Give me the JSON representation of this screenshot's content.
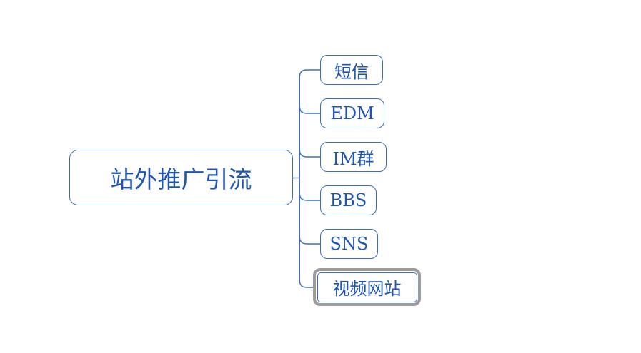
{
  "app": {
    "background_color": "#ffffff"
  },
  "colors": {
    "node_border": "#3d6eb9",
    "connector_line": "#3d6eb9",
    "node_text": "#1e55b2",
    "selection_outline": "#9c9c9c"
  },
  "diagram": {
    "type": "mindmap",
    "root": {
      "label": "站外推广引流",
      "selected": false
    },
    "children": [
      {
        "label": "短信",
        "selected": false
      },
      {
        "label": "EDM",
        "selected": false
      },
      {
        "label": "IM群",
        "selected": false
      },
      {
        "label": "BBS",
        "selected": false
      },
      {
        "label": "SNS",
        "selected": false
      },
      {
        "label": "视频网站",
        "selected": true
      }
    ]
  }
}
